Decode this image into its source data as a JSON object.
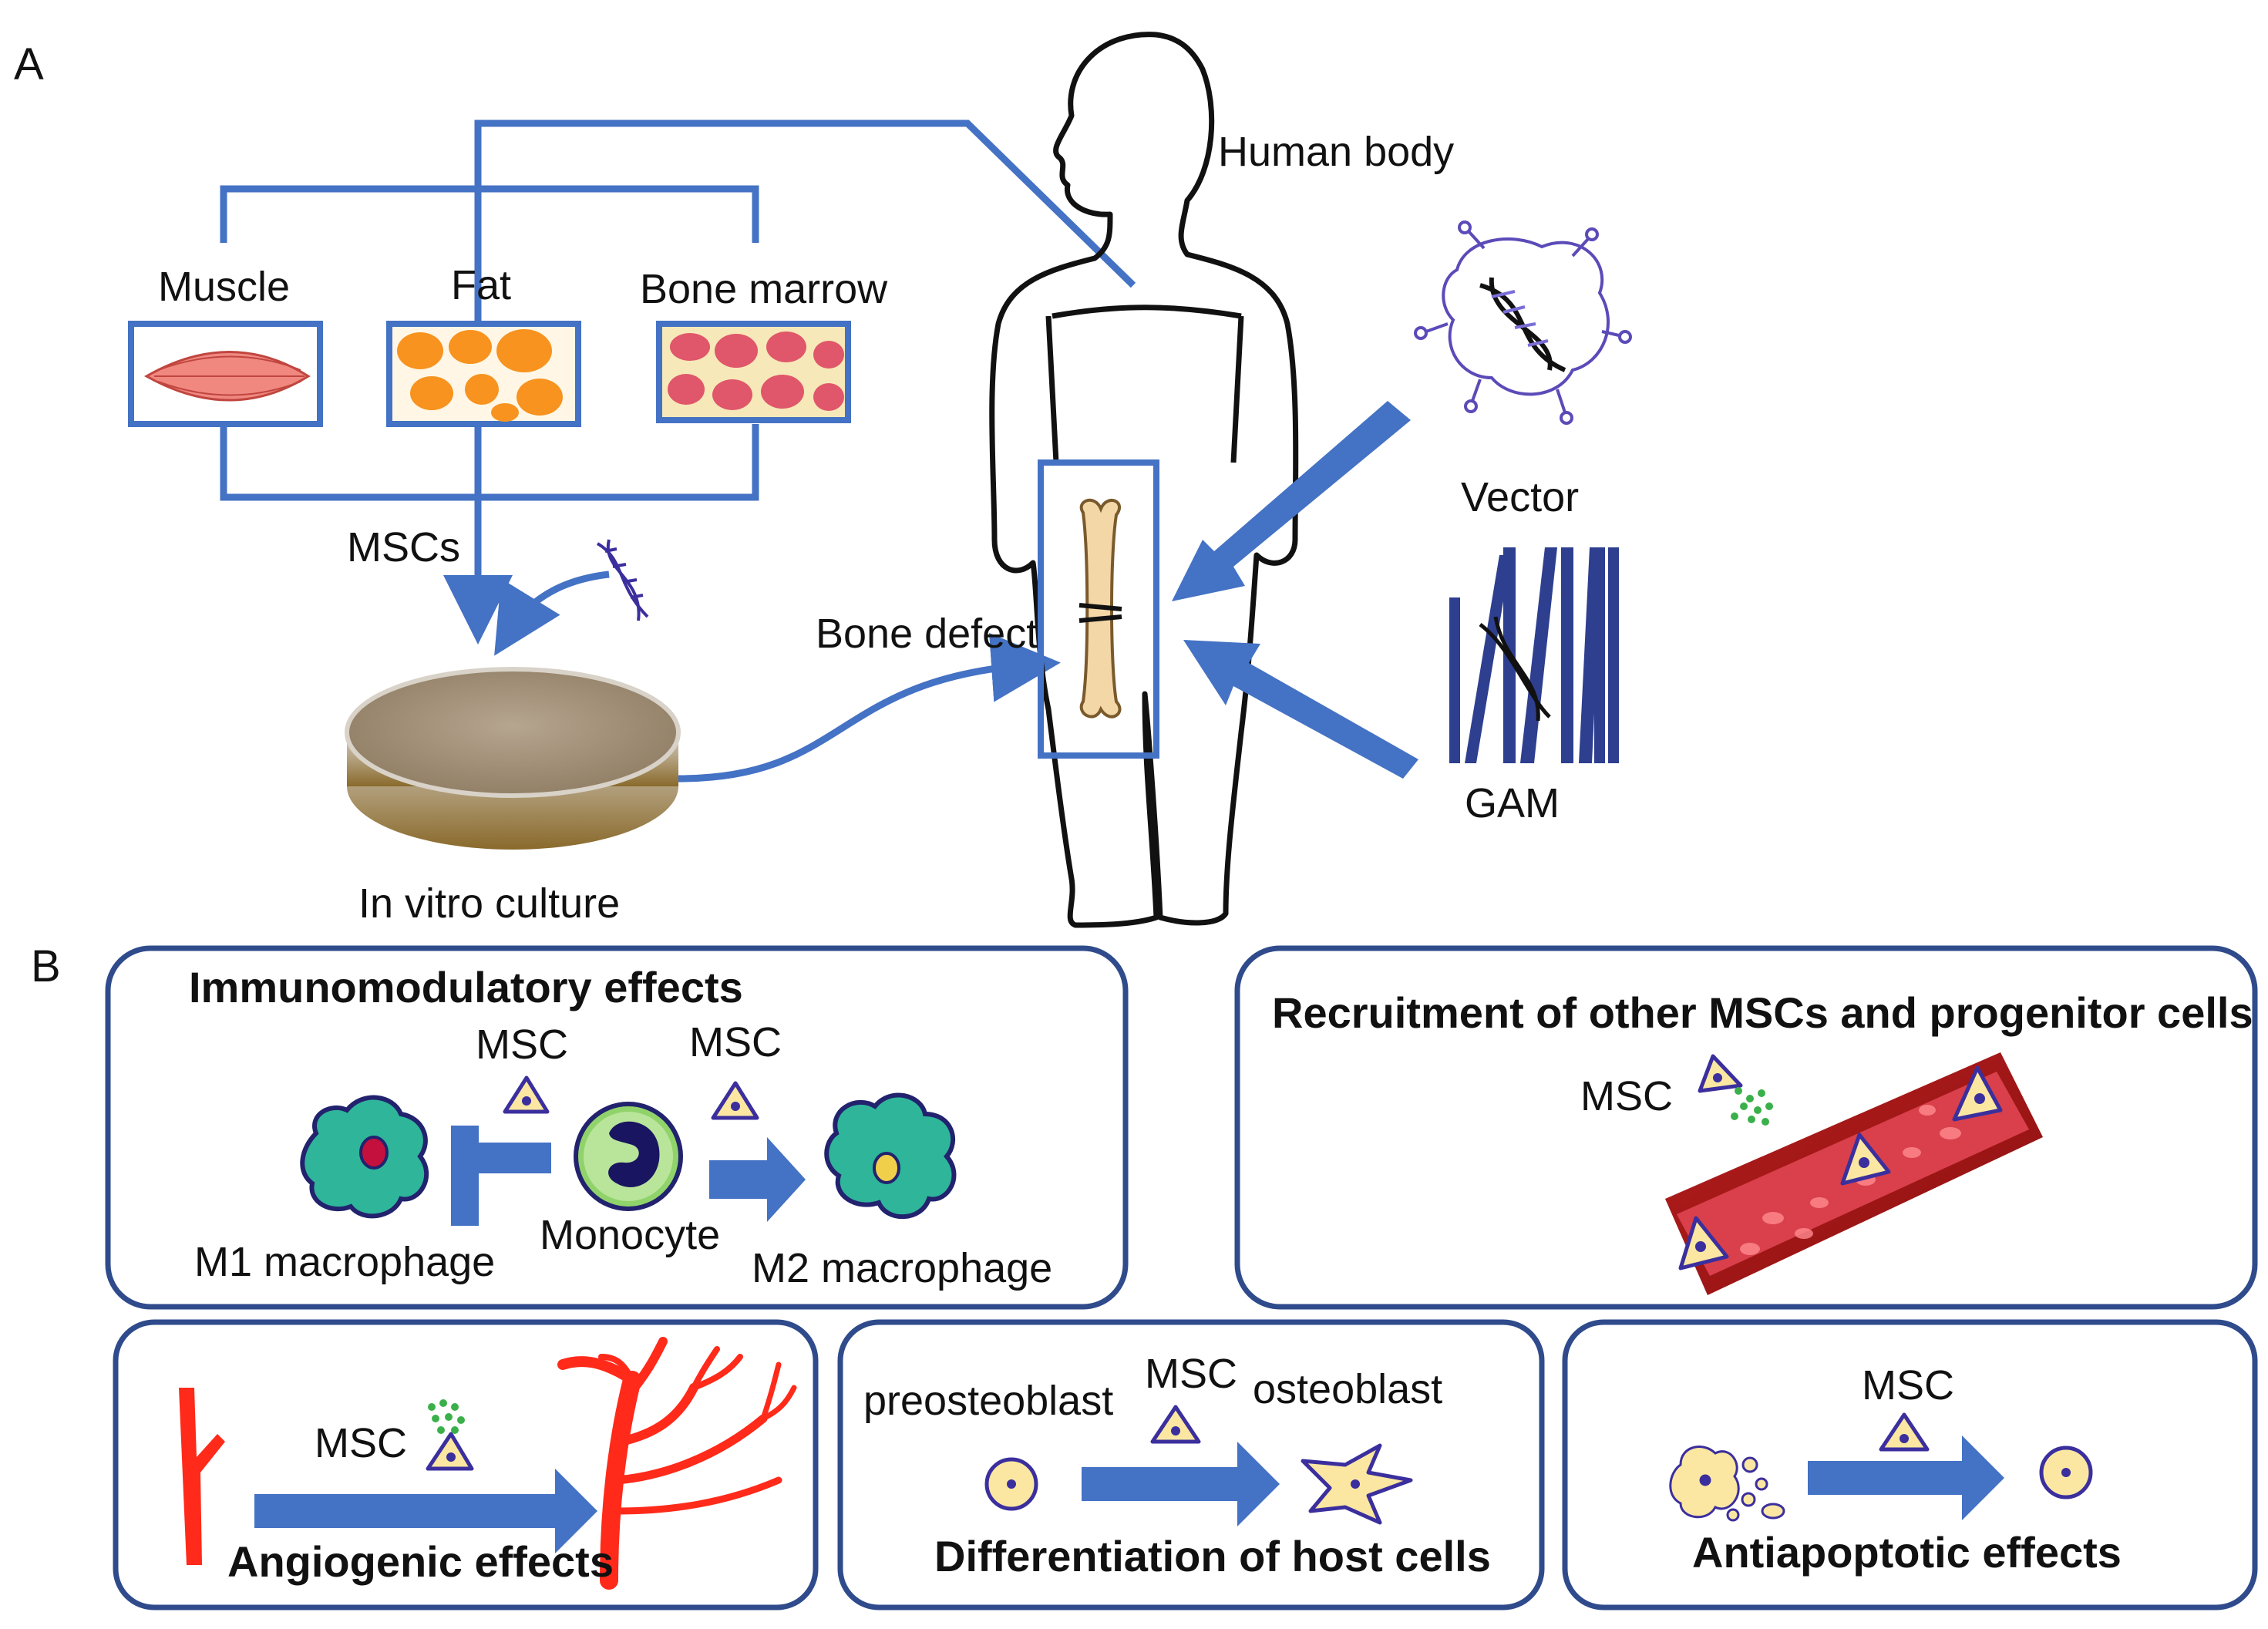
{
  "panel_a": {
    "letter": "A",
    "human_body": "Human  body",
    "muscle": "Muscle",
    "fat": "Fat",
    "bone_marrow": "Bone marrow",
    "mscs": "MSCs",
    "bone_defect": "Bone defect",
    "in_vitro": "In vitro culture",
    "vector": "Vector",
    "gam": "GAM"
  },
  "panel_b": {
    "letter": "B",
    "immuno": {
      "title": "Immunomodulatory  effects",
      "msc_left": "MSC",
      "msc_right": "MSC",
      "m1": "M1 macrophage",
      "monocyte": "Monocyte",
      "m2": "M2 macrophage"
    },
    "recruit": {
      "title": "Recruitment of other MSCs and progenitor cells",
      "msc": "MSC"
    },
    "angio": {
      "title": "Angiogenic effects",
      "msc": "MSC"
    },
    "diff": {
      "title": "Differentiation  of host cells",
      "pre": "preosteoblast",
      "msc": "MSC",
      "osteo": "osteoblast"
    },
    "anti": {
      "title": "Antiapoptotic effects",
      "msc": "MSC"
    }
  },
  "colors": {
    "blue_line": "#4472c4",
    "box_border": "#2f4b8c",
    "vessel_red": "#ff2a1a",
    "cell_fill": "#fbe7a1",
    "cell_edge": "#3b2f9e",
    "macrophage": "#2fb59a"
  }
}
